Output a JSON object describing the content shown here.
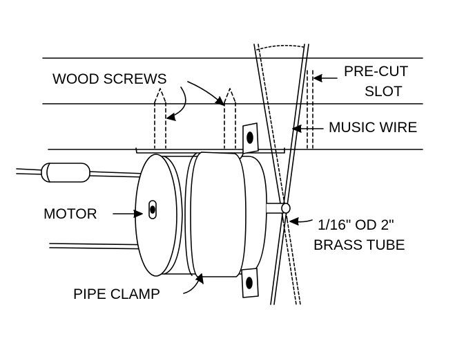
{
  "labels": {
    "wood_screws": "WOOD SCREWS",
    "pre_cut_1": "PRE-CUT",
    "pre_cut_2": "SLOT",
    "music_wire": "MUSIC WIRE",
    "motor": "MOTOR",
    "tube_1": "1/16\" OD  2\"",
    "tube_2": "BRASS TUBE",
    "pipe_clamp": "PIPE CLAMP"
  },
  "colors": {
    "ink": "#000000",
    "paper": "#ffffff"
  }
}
